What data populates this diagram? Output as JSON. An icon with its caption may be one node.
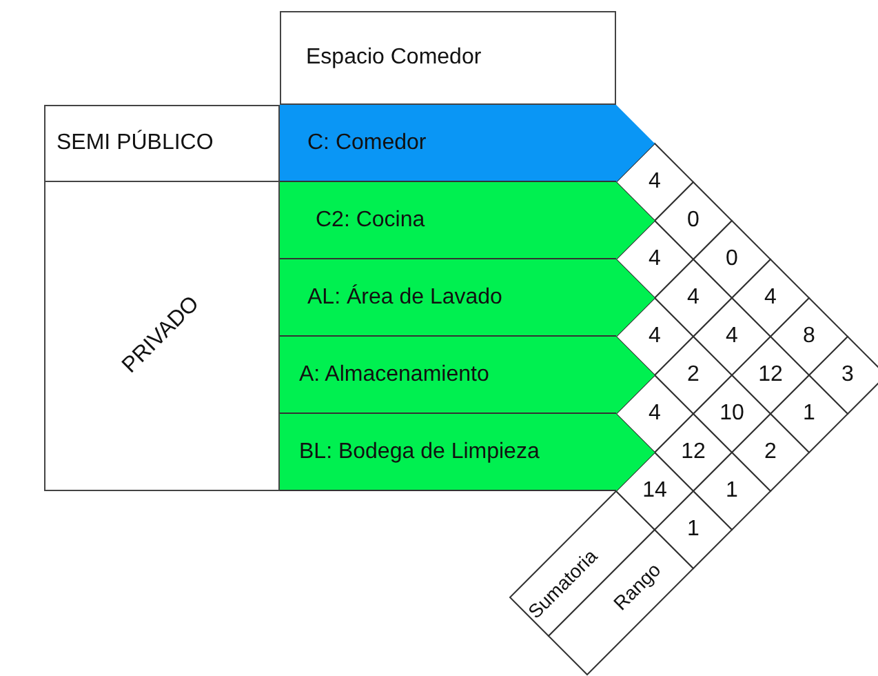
{
  "diagram": {
    "nodes": [
      {
        "text": [
          "Espacio Comedor"
        ]
      },
      {
        "text": [
          "SEMI PÚBLICO"
        ]
      },
      {
        "text": [
          "PRIVADO"
        ]
      },
      {
        "text": [
          "C: Comedor"
        ]
      },
      {
        "text": [
          "C2: Cocina"
        ]
      },
      {
        "text": [
          "AL: Área de Lavado"
        ]
      },
      {
        "text": [
          "A: Almacenamiento"
        ]
      },
      {
        "text": [
          "BL: Bodega de Limpieza"
        ]
      },
      {
        "text": [
          "Sumatoria"
        ]
      },
      {
        "text": [
          "Rango"
        ]
      }
    ],
    "labels": [
      "4",
      "0",
      "4",
      "0",
      "4",
      "4",
      "4",
      "4",
      "8",
      "2",
      "12",
      "3",
      "4",
      "10",
      "1",
      "12",
      "2",
      "14",
      "1",
      "1"
    ]
  }
}
